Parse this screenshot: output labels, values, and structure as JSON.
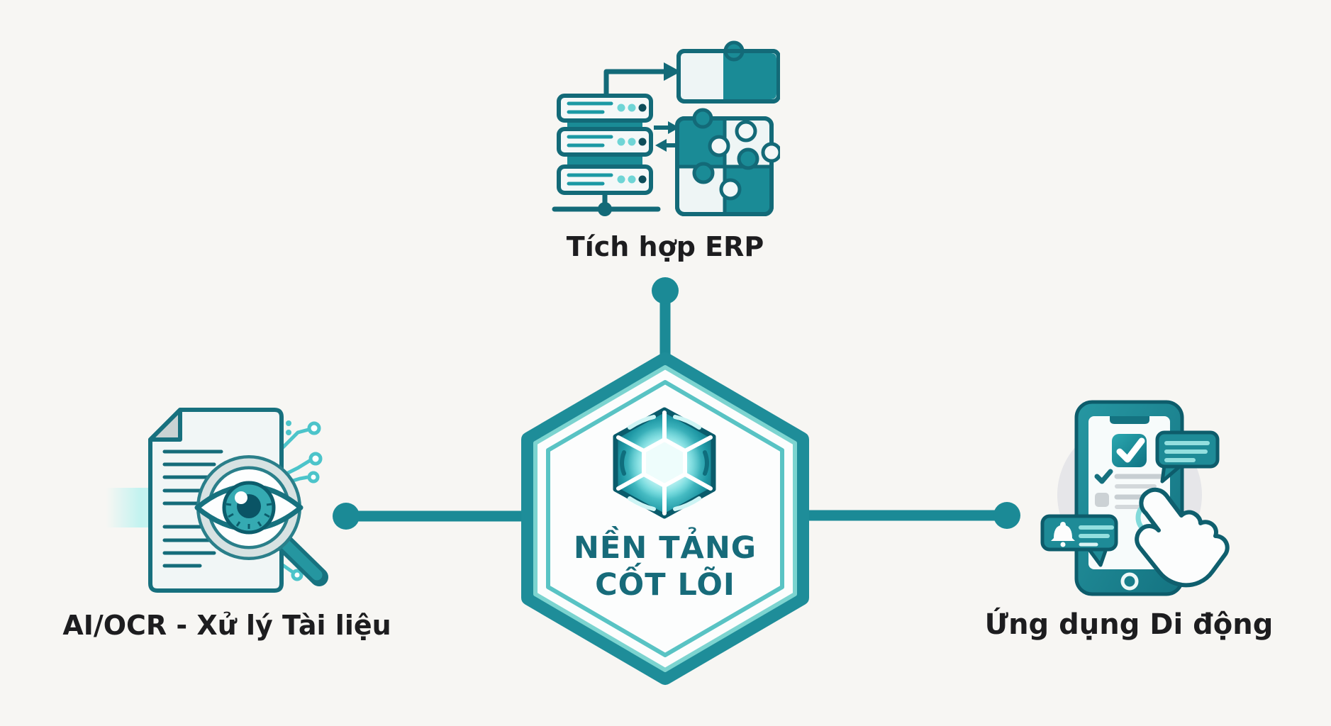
{
  "diagram": {
    "title_hint": "core-platform-spoke-diagram",
    "center": {
      "title_line1": "NỀN TẢNG",
      "title_line2": "CỐT LÕI",
      "icon": "glowing-gem-hexagon"
    },
    "nodes": {
      "top": {
        "label": "Tích hợp ERP",
        "icon": "server-stack-puzzle"
      },
      "left": {
        "label": "AI/OCR - Xử lý Tài liệu",
        "icon": "document-ai-eye-magnifier"
      },
      "right": {
        "label": "Ứng dụng Di động",
        "icon": "smartphone-notifications-touch"
      }
    },
    "colors": {
      "background": "#f7f6f3",
      "teal": "#1b8a96",
      "teal_dark": "#0e5f6e",
      "teal_light": "#7cd4d0",
      "cyan_glow": "#bdf3f2",
      "label_text": "#1d1d1f",
      "core_text": "#176b7a",
      "gray": "#c9d2d3"
    }
  }
}
